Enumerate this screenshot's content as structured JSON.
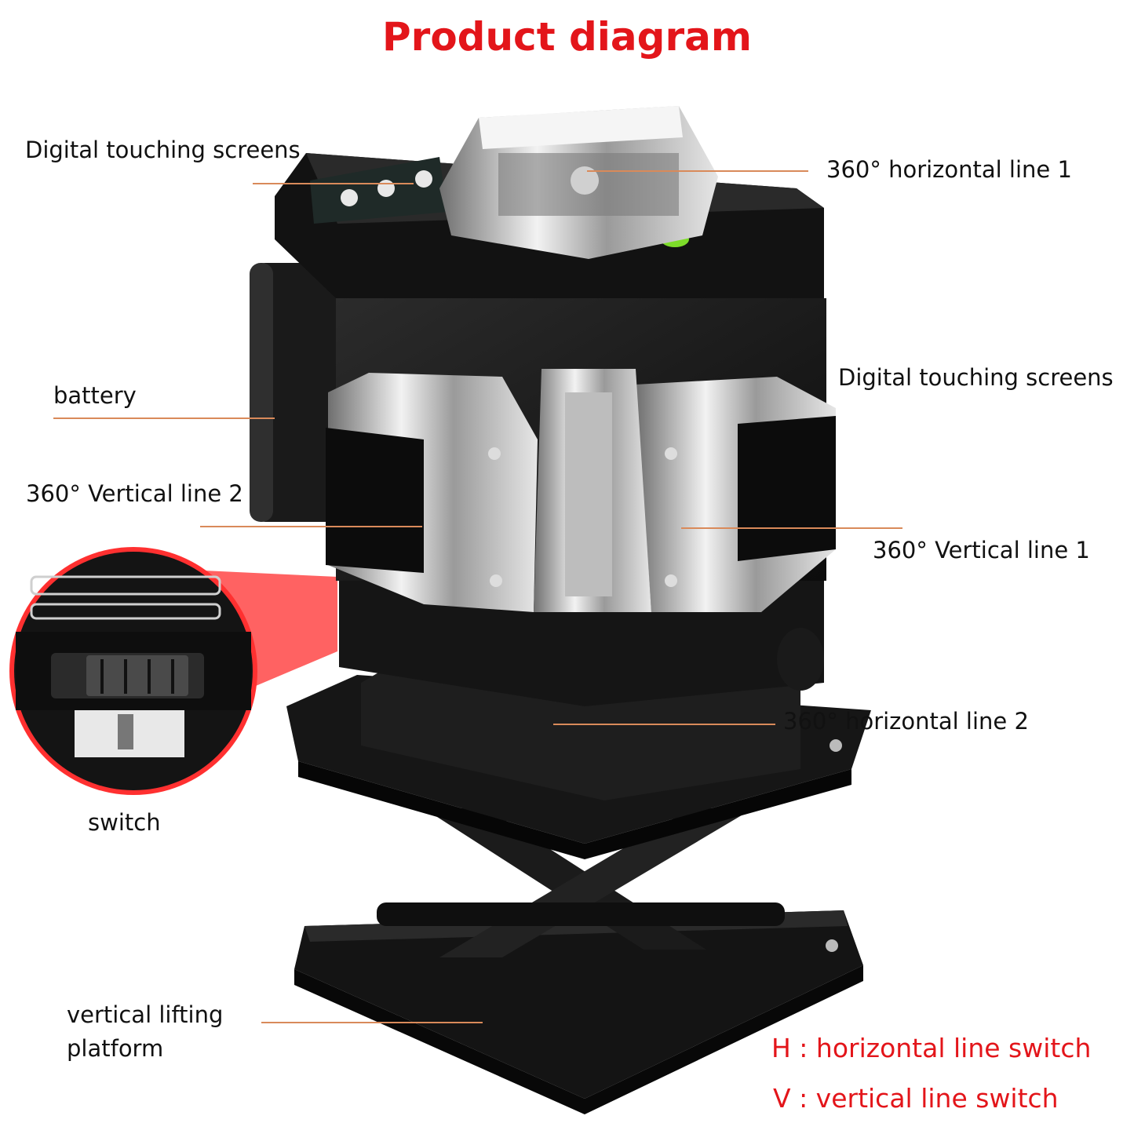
{
  "title": "Product diagram",
  "callouts": {
    "touch_screens_top": "Digital touching screens",
    "h_line_1": "360° horizontal line 1",
    "battery": "battery",
    "touch_screens_right": "Digital touching screens",
    "v_line_2": "360° Vertical line 2",
    "v_line_1": "360° Vertical line 1",
    "h_line_2": "360° horizontal line 2",
    "switch": "switch",
    "lifting_platform_1": "vertical lifting",
    "lifting_platform_2": "platform"
  },
  "legend": {
    "h": "H : horizontal line switch",
    "v": "V : vertical line switch"
  },
  "colors": {
    "accent": "#e3151a",
    "leader": "#d98a5a",
    "body": "#141414",
    "chrome": "#c9c9c9",
    "level_bubble": "#7ddc2a"
  }
}
